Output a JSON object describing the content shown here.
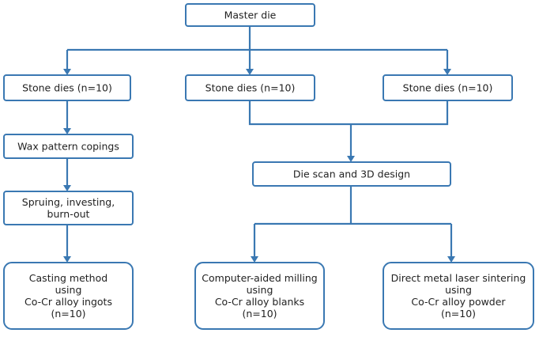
{
  "diagram": {
    "colors": {
      "stroke": "#3a78b2",
      "text": "#222222",
      "background": "#ffffff"
    },
    "nodes": {
      "master_die": [
        "Master die"
      ],
      "stone_dies_1": [
        "Stone dies (n=10)"
      ],
      "stone_dies_2": [
        "Stone dies (n=10)"
      ],
      "stone_dies_3": [
        "Stone dies (n=10)"
      ],
      "wax_pattern": [
        "Wax pattern copings"
      ],
      "die_scan": [
        "Die scan and 3D design"
      ],
      "spruing": [
        "Spruing, investing,",
        "burn-out"
      ],
      "casting": [
        "Casting method",
        "using",
        "Co-Cr alloy ingots",
        "(n=10)"
      ],
      "milling": [
        "Computer-aided milling",
        "using",
        "Co-Cr alloy blanks",
        "(n=10)"
      ],
      "laser": [
        "Direct metal laser sintering",
        "using",
        "Co-Cr alloy powder",
        "(n=10)"
      ]
    }
  }
}
